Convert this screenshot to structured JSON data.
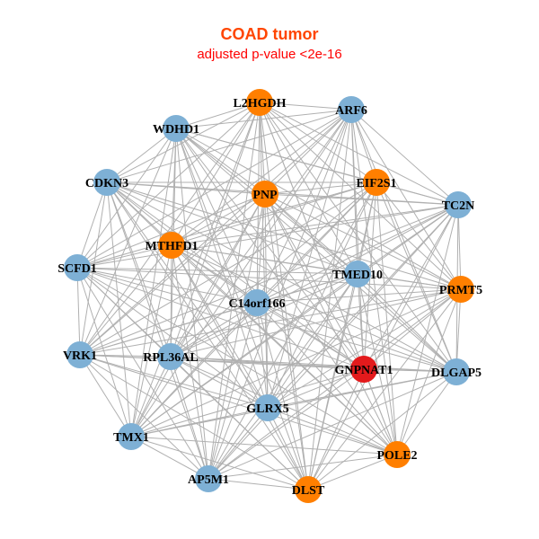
{
  "title": "COAD tumor",
  "subtitle": "adjusted p-value <2e-16",
  "colors": {
    "blue": "#7EB0D5",
    "orange": "#FF7F00",
    "red": "#E31A1C",
    "edge": "#B0B0B0"
  },
  "nodes": [
    {
      "label": "L2HGDH",
      "group": "orange"
    },
    {
      "label": "ARF6",
      "group": "blue"
    },
    {
      "label": "WDHD1",
      "group": "blue"
    },
    {
      "label": "CDKN3",
      "group": "blue"
    },
    {
      "label": "PNP",
      "group": "orange"
    },
    {
      "label": "EIF2S1",
      "group": "orange"
    },
    {
      "label": "TC2N",
      "group": "blue"
    },
    {
      "label": "MTHFD1",
      "group": "orange"
    },
    {
      "label": "SCFD1",
      "group": "blue"
    },
    {
      "label": "TMED10",
      "group": "blue"
    },
    {
      "label": "PRMT5",
      "group": "orange"
    },
    {
      "label": "C14orf166",
      "group": "blue"
    },
    {
      "label": "VRK1",
      "group": "blue"
    },
    {
      "label": "RPL36AL",
      "group": "blue"
    },
    {
      "label": "GNPNAT1",
      "group": "red"
    },
    {
      "label": "DLGAP5",
      "group": "blue"
    },
    {
      "label": "GLRX5",
      "group": "blue"
    },
    {
      "label": "TMX1",
      "group": "blue"
    },
    {
      "label": "POLE2",
      "group": "orange"
    },
    {
      "label": "AP5M1",
      "group": "blue"
    },
    {
      "label": "DLST",
      "group": "orange"
    }
  ],
  "edges": "all-pairs"
}
